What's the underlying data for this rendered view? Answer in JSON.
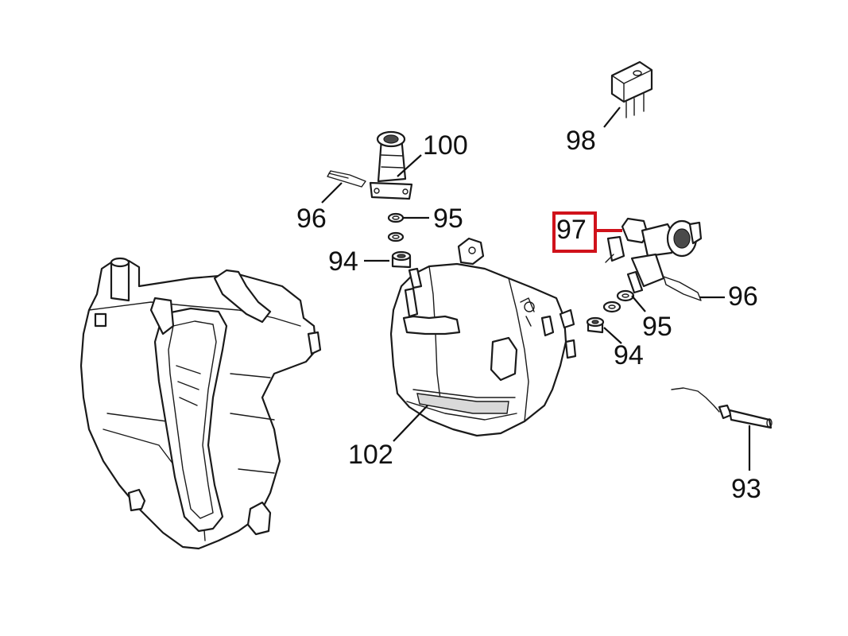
{
  "callouts": {
    "c100": "100",
    "c98": "98",
    "c96_left": "96",
    "c95_left": "95",
    "c94_left": "94",
    "c97": "97",
    "c96_right": "96",
    "c95_right": "95",
    "c94_right": "94",
    "c102": "102",
    "c93": "93"
  },
  "colors": {
    "highlight": "#d0121b",
    "line": "#1a1a1a"
  }
}
